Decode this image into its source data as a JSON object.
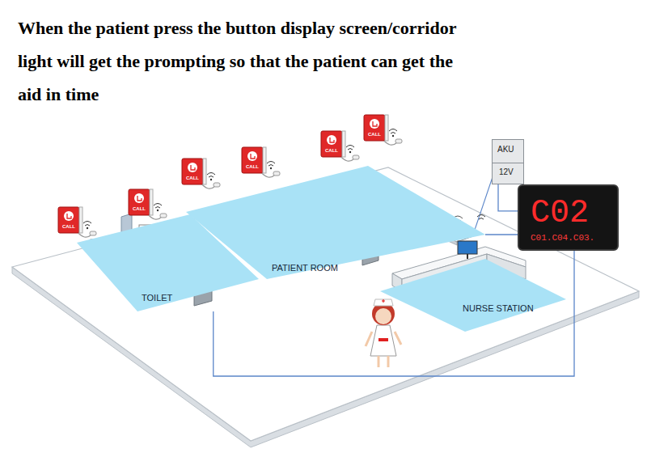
{
  "diagram": {
    "title": "When the patient press the button display screen/corridor light will get the prompting so that the patient can get the aid in time",
    "nodes": [
      {
        "text": [
          "TOILET"
        ]
      },
      {
        "text": [
          "PATIENT ROOM"
        ]
      },
      {
        "text": [
          "NURSE STATION"
        ]
      },
      {
        "text": [
          "AKU",
          "12V"
        ]
      },
      {
        "text": [
          "C02",
          "C01.C04.C03."
        ]
      }
    ],
    "edges": [
      {
        "from": 0,
        "to": 4,
        "arrow": "none"
      },
      {
        "from": 1,
        "to": 4,
        "arrow": "none"
      },
      {
        "from": 3,
        "to": 4,
        "arrow": "none"
      }
    ],
    "labels": [
      "CALL",
      "CALL",
      "CALL",
      "CALL",
      "CALL",
      "CALL"
    ]
  }
}
